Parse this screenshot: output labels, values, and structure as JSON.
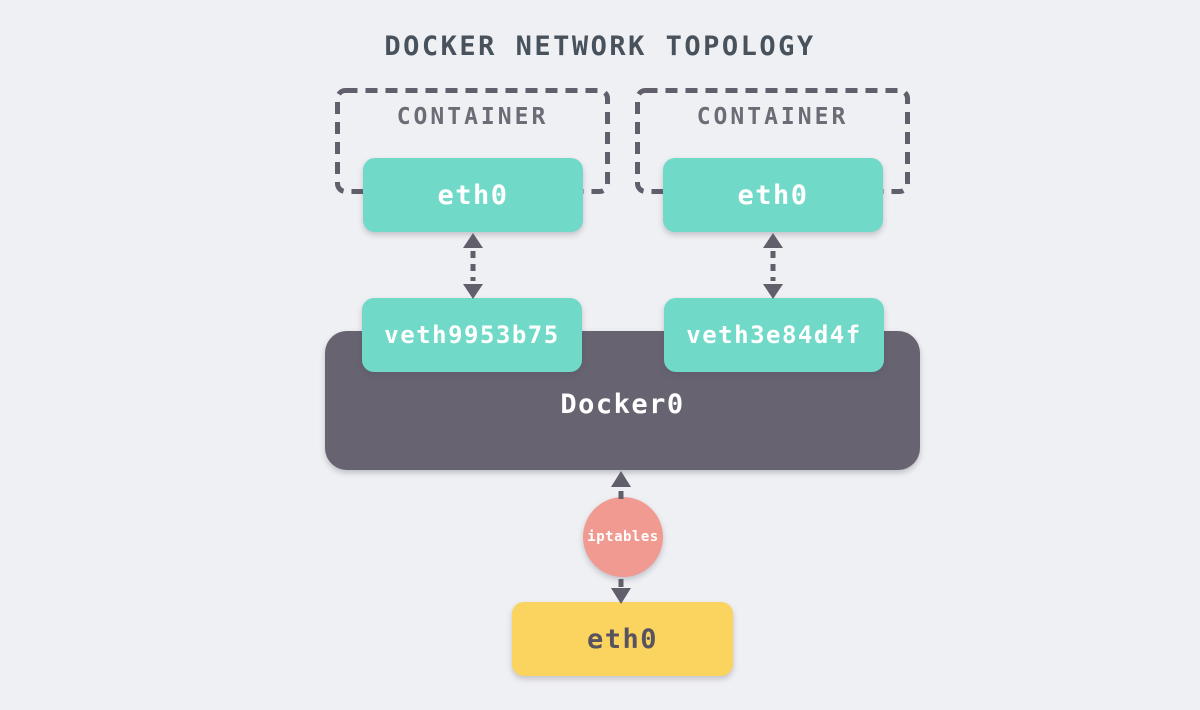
{
  "title": "DOCKER NETWORK TOPOLOGY",
  "containers": [
    {
      "label": "CONTAINER",
      "interface": "eth0",
      "veth": "veth9953b75"
    },
    {
      "label": "CONTAINER",
      "interface": "eth0",
      "veth": "veth3e84d4f"
    }
  ],
  "bridge": {
    "label": "Docker0"
  },
  "firewall": {
    "label": "iptables"
  },
  "host": {
    "interface": "eth0"
  },
  "colors": {
    "background": "#EFF0F3",
    "line": "#615F6B",
    "node": "#70D9C8",
    "bridge": "#676370",
    "firewall": "#F09A92",
    "host": "#FAD45E",
    "title-text": "#48525C",
    "container-label": "#6C6C76",
    "host-text": "#57535F"
  }
}
